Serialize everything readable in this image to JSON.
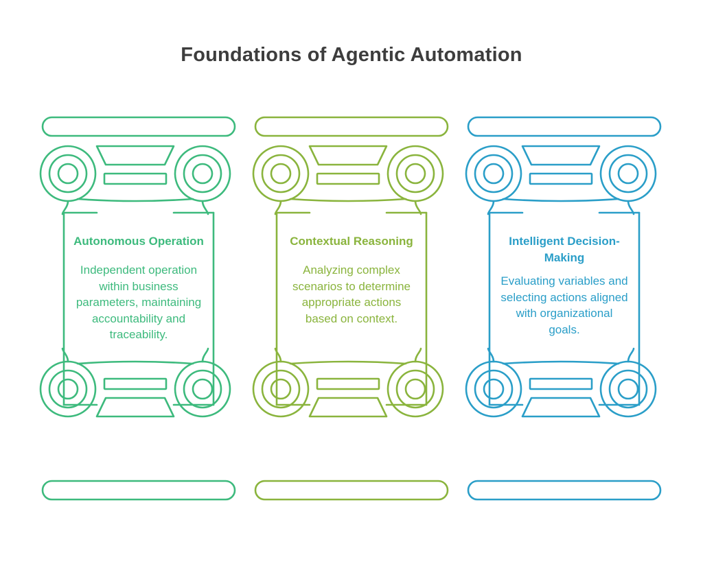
{
  "title": "Foundations of Agentic Automation",
  "pillars": [
    {
      "title": "Autonomous Operation",
      "description": "Independent operation within business parameters, maintaining accountability and traceability.",
      "color": "#3dba7d"
    },
    {
      "title": "Contextual Reasoning",
      "description": "Analyzing complex scenarios to determine appropriate actions based on context.",
      "color": "#8ab43d"
    },
    {
      "title": "Intelligent Decision-Making",
      "description": "Evaluating variables and selecting actions aligned with organizational goals.",
      "color": "#2a9ec8"
    }
  ]
}
